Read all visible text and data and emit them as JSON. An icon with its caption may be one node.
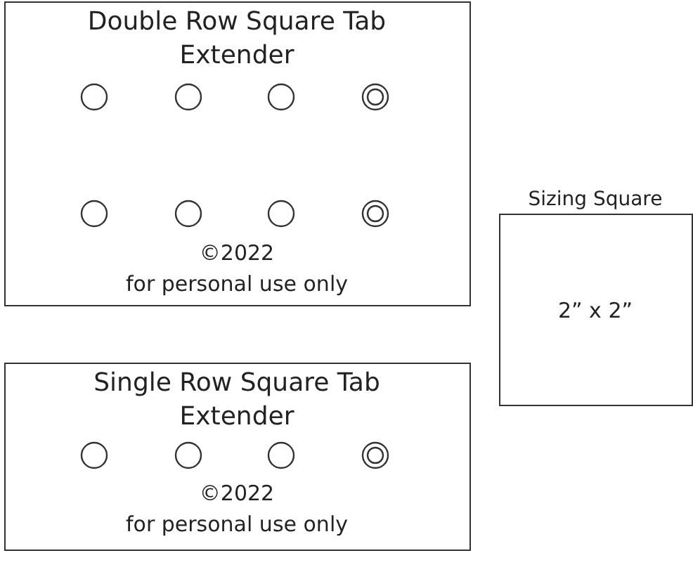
{
  "diagram": {
    "nodes": [
      {
        "text": [
          "Double Row Square Tab Extender",
          "©2022",
          "for personal use only"
        ]
      },
      {
        "text": [
          "Sizing Square",
          "2” x 2”"
        ]
      },
      {
        "text": [
          "Single Row Square Tab Extender",
          "©2022",
          "for personal use only"
        ]
      }
    ]
  }
}
